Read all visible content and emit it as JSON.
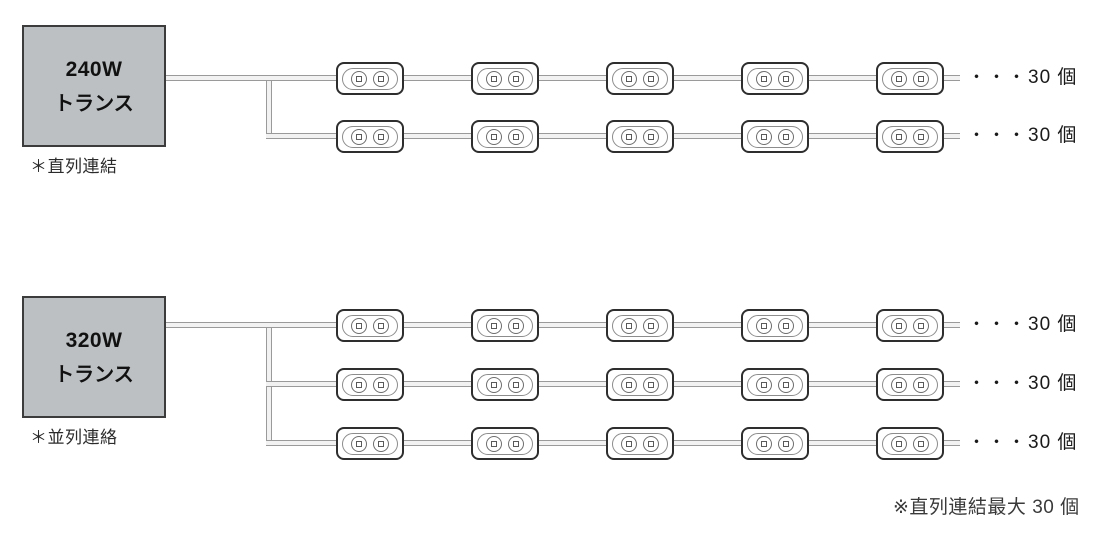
{
  "diagram": {
    "title": "LED module transformer wiring diagram",
    "colors": {
      "box_fill": "#bcc0c2",
      "box_border": "#3c3c3c",
      "wire": "#9a9a9a",
      "module_border": "#2e2e2e",
      "text": "#1a1a1a"
    },
    "sections": [
      {
        "id": "section-240w",
        "transformer": {
          "watt": "240W",
          "sub": "トランス",
          "note": "＊直列連結"
        },
        "rows": [
          {
            "modules": 5,
            "dots": "・・・",
            "count": "30 個"
          },
          {
            "modules": 5,
            "dots": "・・・",
            "count": "30 個"
          }
        ]
      },
      {
        "id": "section-320w",
        "transformer": {
          "watt": "320W",
          "sub": "トランス",
          "note": "＊並列連絡"
        },
        "rows": [
          {
            "modules": 5,
            "dots": "・・・",
            "count": "30 個"
          },
          {
            "modules": 5,
            "dots": "・・・",
            "count": "30 個"
          },
          {
            "modules": 5,
            "dots": "・・・",
            "count": "30 個"
          }
        ]
      }
    ],
    "footer_note": "※直列連結最大 30 個"
  }
}
